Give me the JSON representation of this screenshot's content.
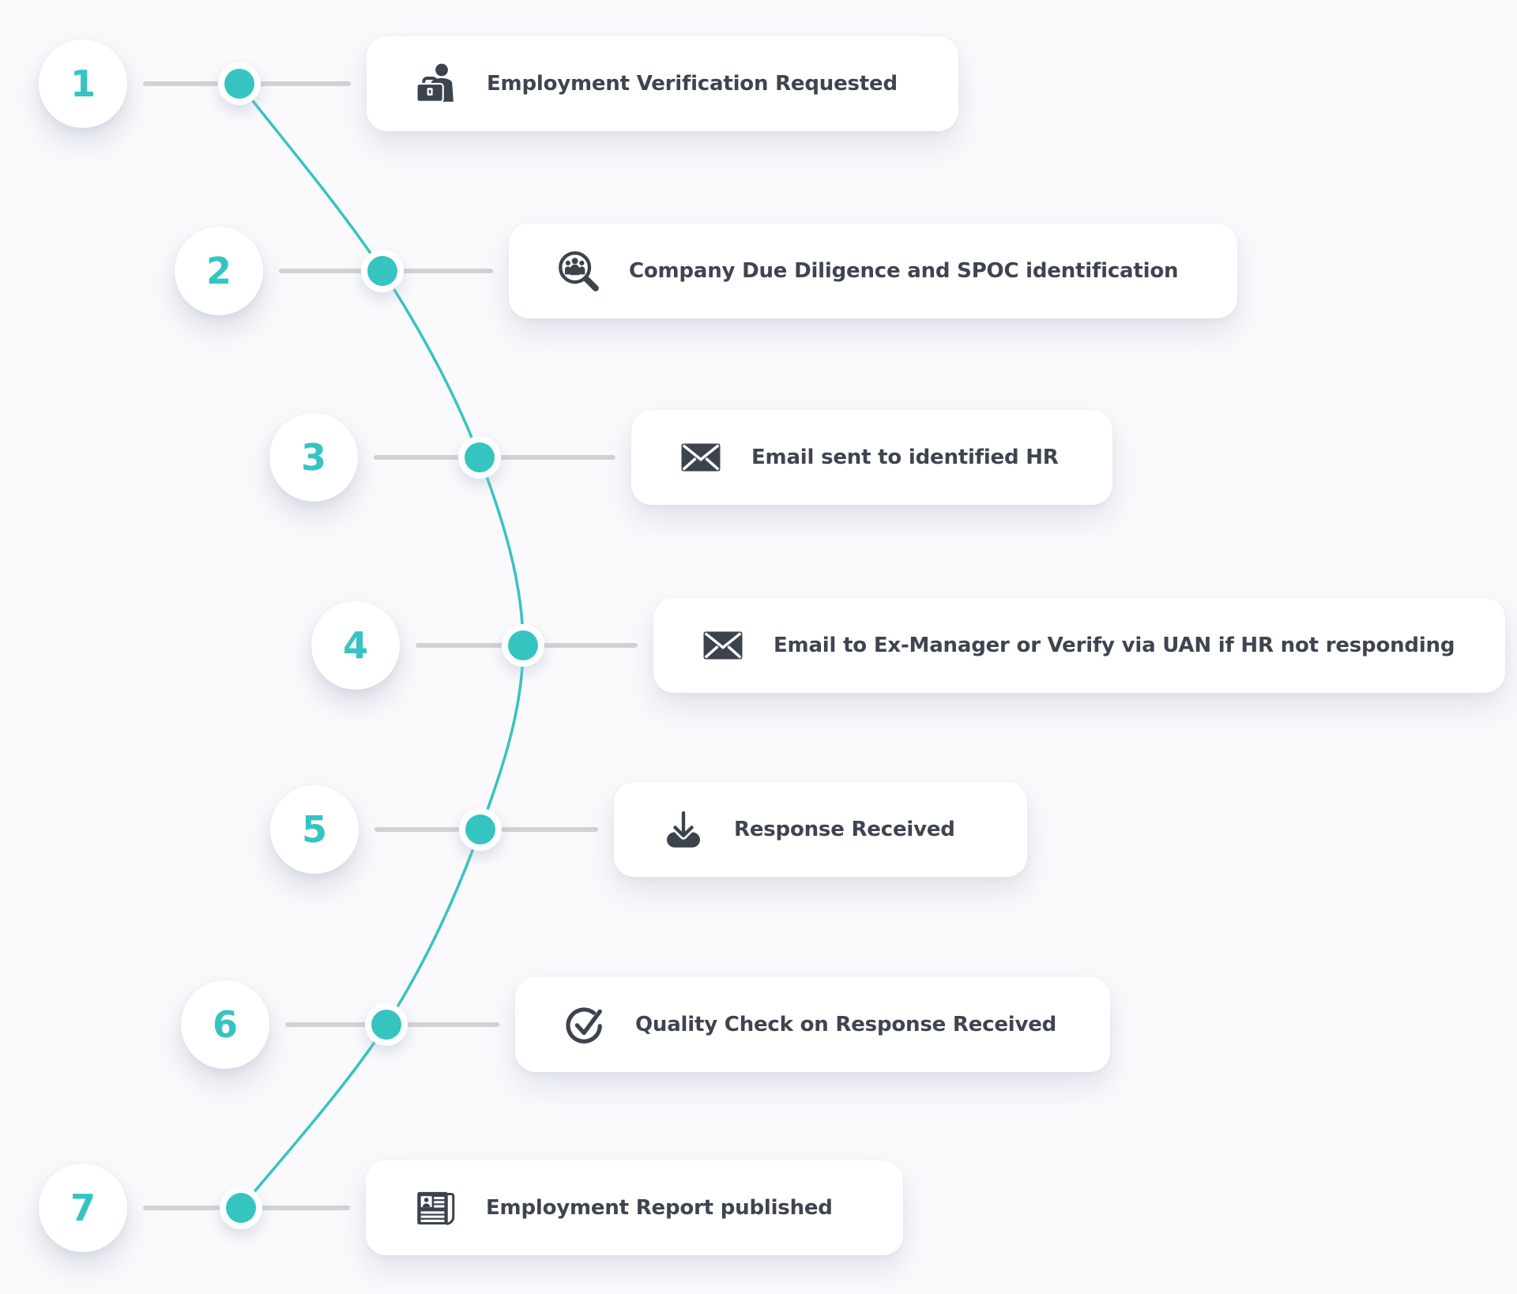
{
  "colors": {
    "accent": "#35c4c0",
    "icon": "#3d434d",
    "text": "#3e4450",
    "line": "#d2d2d4",
    "background": "#fafafc"
  },
  "steps": [
    {
      "number": "1",
      "label": "Employment Verification Requested",
      "icon": "person-briefcase-icon"
    },
    {
      "number": "2",
      "label": "Company Due Diligence and SPOC identification",
      "icon": "magnifier-people-icon"
    },
    {
      "number": "3",
      "label": "Email sent to identified HR",
      "icon": "envelope-icon"
    },
    {
      "number": "4",
      "label": "Email to Ex-Manager or Verify via UAN if HR not responding",
      "icon": "envelope-icon"
    },
    {
      "number": "5",
      "label": "Response Received",
      "icon": "download-tray-icon"
    },
    {
      "number": "6",
      "label": "Quality Check on Response Received",
      "icon": "check-circle-icon"
    },
    {
      "number": "7",
      "label": "Employment Report published",
      "icon": "report-icon"
    }
  ]
}
